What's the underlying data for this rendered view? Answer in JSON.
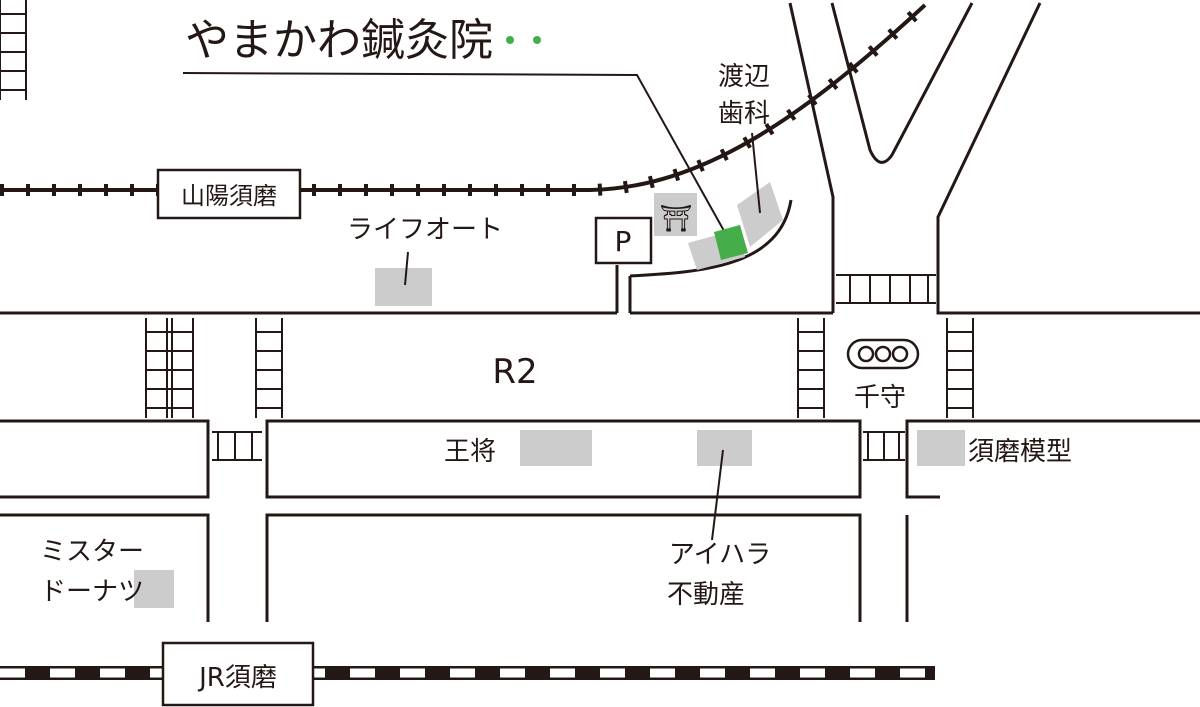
{
  "title": "やまかわ鍼灸院",
  "colors": {
    "line": "#231815",
    "building": "#cccccc",
    "clinic": "#46ad4b"
  },
  "stations": {
    "sanyo": "山陽須磨",
    "jr": "JR須磨"
  },
  "road": "R2",
  "parking": "P",
  "shrine_symbol": "⛩",
  "intersection": "千守",
  "landmarks": {
    "watanabe_1": "渡辺",
    "watanabe_2": "歯科",
    "lifeauto": "ライフオート",
    "gyoza": "王将",
    "mokei": "須磨模型",
    "aihara_1": "アイハラ",
    "aihara_2": "不動産",
    "misdo_1": "ミスター",
    "misdo_2": "ドーナツ"
  }
}
